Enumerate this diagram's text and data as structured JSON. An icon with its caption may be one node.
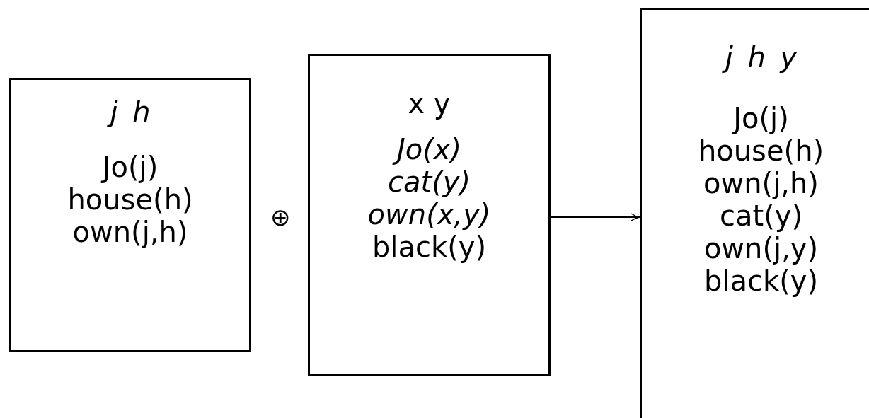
{
  "diagram": {
    "nodes": [
      {
        "text": [
          "j h",
          "Jo(j)",
          "house(h)",
          "own(j,h)"
        ]
      },
      {
        "text": [
          "x y",
          "Jo(x)",
          "cat(y)",
          "own(x,y)",
          "black(y)"
        ]
      },
      {
        "text": [
          "j h y",
          "Jo(j)",
          "house(h)",
          "own(j,h)",
          "cat(y)",
          "own(j,y)",
          "black(y)"
        ]
      }
    ],
    "edges": [
      {
        "from": 1,
        "to": 2,
        "arrow": "to"
      }
    ],
    "labels": [
      "⊕"
    ]
  }
}
